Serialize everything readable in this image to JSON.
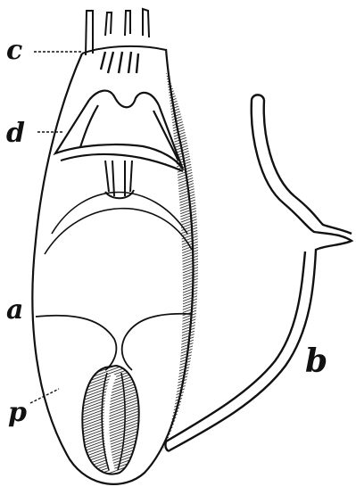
{
  "labels": {
    "c": "c",
    "d": "d",
    "a": "a",
    "p": "p",
    "b": "b"
  },
  "colors": {
    "ink": "#111111",
    "paper": "#ffffff"
  }
}
